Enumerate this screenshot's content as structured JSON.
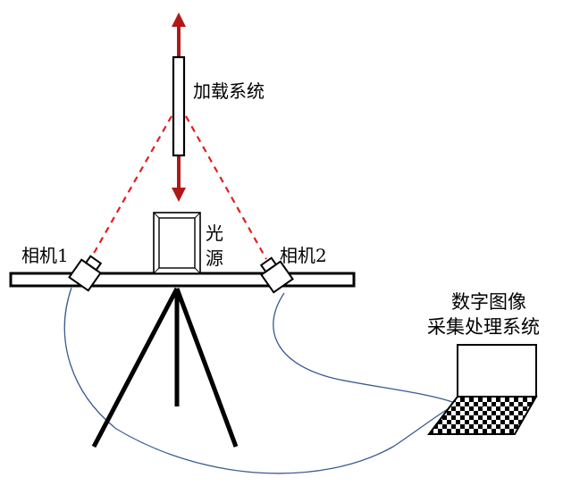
{
  "labels": {
    "loading_system": "加载系统",
    "light_source_line1": "光",
    "light_source_line2": "源",
    "camera1": "相机1",
    "camera2": "相机2",
    "dip_line1": "数字图像",
    "dip_line2": "采集处理系统"
  },
  "colors": {
    "arrow": "#b01818",
    "dashed_line": "#e02020",
    "cable": "#3a5a90",
    "stroke": "#000000"
  }
}
